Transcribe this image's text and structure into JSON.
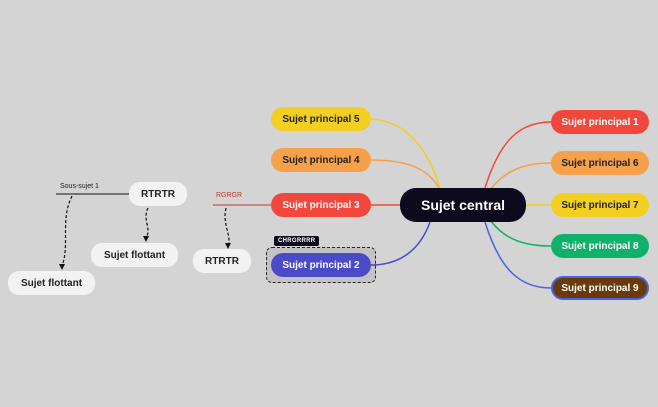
{
  "central": {
    "label": "Sujet central"
  },
  "left_topics": [
    {
      "label": "Sujet principal 5",
      "color": "#f2cf21",
      "text_color": "#222222"
    },
    {
      "label": "Sujet principal 4",
      "color": "#f6a04a",
      "text_color": "#222222"
    },
    {
      "label": "Sujet principal 3",
      "color": "#f2473c",
      "text_color": "#ffffff"
    },
    {
      "label": "Sujet principal 2",
      "color": "#4b4bc8",
      "text_color": "#ffffff"
    }
  ],
  "right_topics": [
    {
      "label": "Sujet principal 1",
      "color": "#f2473c",
      "text_color": "#ffffff"
    },
    {
      "label": "Sujet principal 6",
      "color": "#f6a04a",
      "text_color": "#222222"
    },
    {
      "label": "Sujet principal 7",
      "color": "#f2cf21",
      "text_color": "#222222"
    },
    {
      "label": "Sujet principal 8",
      "color": "#10b26b",
      "text_color": "#ffffff"
    },
    {
      "label": "Sujet principal 9",
      "color": "#6b3a0a",
      "text_color": "#ffffff",
      "border": "#4b63e0"
    }
  ],
  "tag_label": "CHRGRRRR",
  "rgrgr_label": "RGRGR",
  "rgrgr_color": "#c0392b",
  "rtrtr_near": "RTRTR",
  "rtrtr_far": "RTRTR",
  "sous_sujet": "Sous-sujet 1",
  "floating_1": "Sujet flottant",
  "floating_2": "Sujet flottant"
}
